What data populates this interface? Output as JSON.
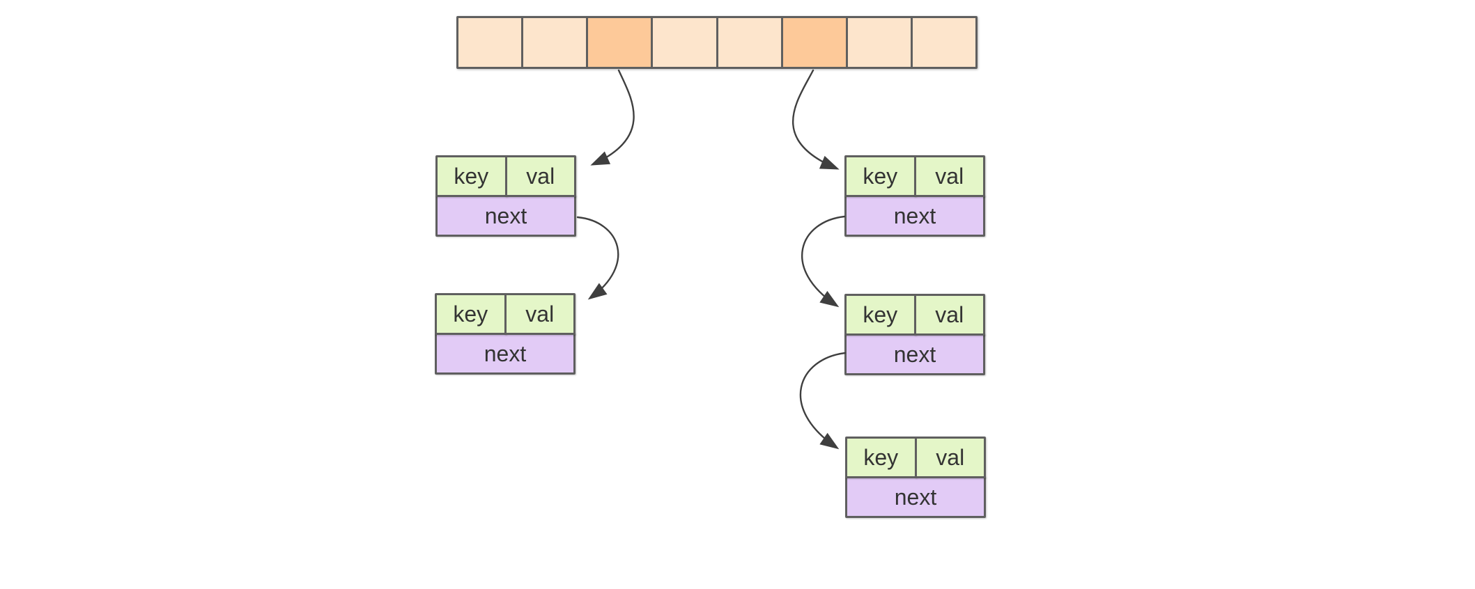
{
  "diagram": {
    "kind": "hash-table-separate-chaining",
    "array": {
      "cell_count": 8,
      "highlighted_indices": [
        2,
        5
      ]
    },
    "chains": [
      {
        "bucket_index": 2,
        "nodes": [
          {
            "key": "key",
            "val": "val",
            "next": "next"
          },
          {
            "key": "key",
            "val": "val",
            "next": "next"
          }
        ]
      },
      {
        "bucket_index": 5,
        "nodes": [
          {
            "key": "key",
            "val": "val",
            "next": "next"
          },
          {
            "key": "key",
            "val": "val",
            "next": "next"
          },
          {
            "key": "key",
            "val": "val",
            "next": "next"
          }
        ]
      }
    ]
  },
  "colors": {
    "background": "#ffffff",
    "array_cell": "#fde5cc",
    "array_cell_highlight": "#fdc999",
    "node_key_val": "#e4f6c8",
    "node_next": "#e2cbf6",
    "border": "#5f5f5f",
    "arrow": "#3f3f3f",
    "text": "#333333"
  }
}
